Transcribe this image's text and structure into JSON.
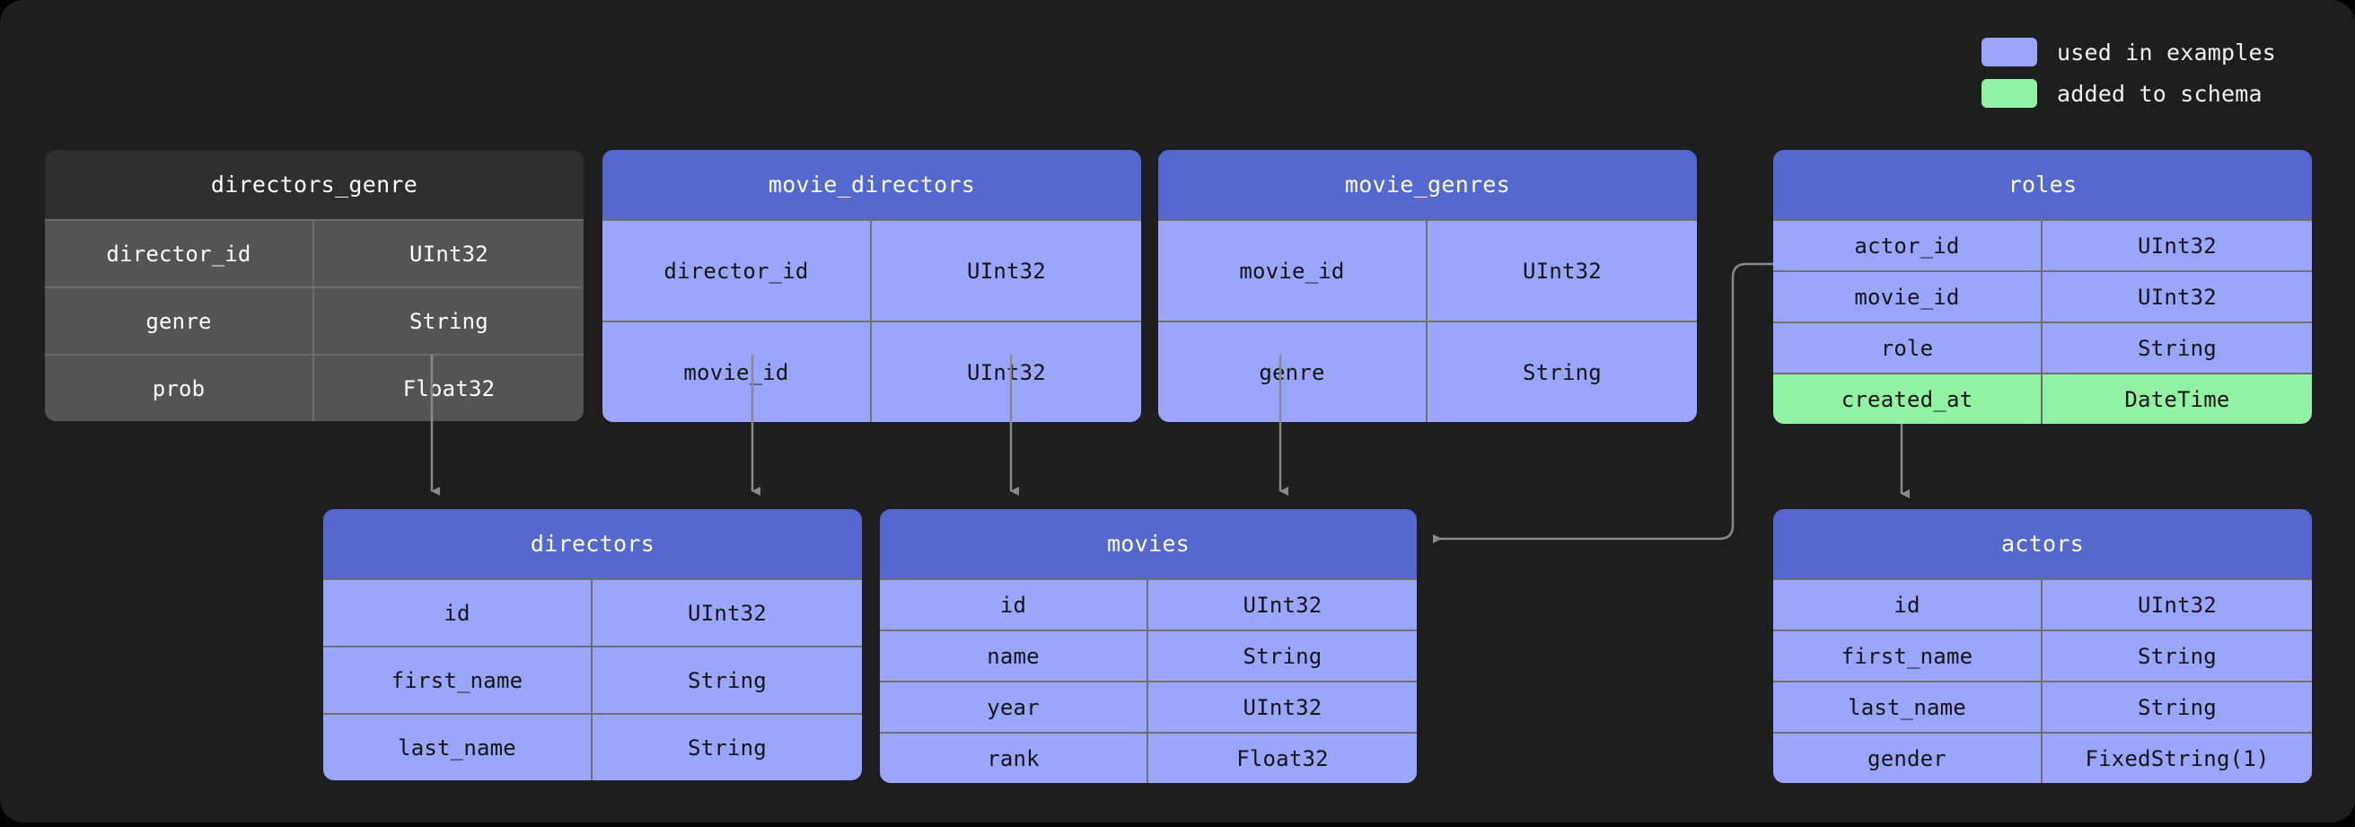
{
  "legend": {
    "items": [
      {
        "label": "used in examples",
        "color": "#9aa6fb",
        "icon": "legend-swatch-blue"
      },
      {
        "label": "added to schema",
        "color": "#92f2a4",
        "icon": "legend-swatch-green"
      }
    ]
  },
  "colors": {
    "background": "#1e1e1e",
    "header_blue": "#5468cf",
    "cell_blue": "#9aa6fb",
    "cell_green": "#92f2a4",
    "header_grey": "#2e2e2e",
    "cell_grey": "#545454",
    "connector": "#8a8a8a"
  },
  "tables": [
    {
      "name": "directors_genre",
      "style": "grey",
      "columns": [
        {
          "name": "director_id",
          "type": "UInt32",
          "state": "plain"
        },
        {
          "name": "genre",
          "type": "String",
          "state": "plain"
        },
        {
          "name": "prob",
          "type": "Float32",
          "state": "plain"
        }
      ]
    },
    {
      "name": "movie_directors",
      "style": "blue",
      "columns": [
        {
          "name": "director_id",
          "type": "UInt32",
          "state": "used"
        },
        {
          "name": "movie_id",
          "type": "UInt32",
          "state": "used"
        }
      ]
    },
    {
      "name": "movie_genres",
      "style": "blue",
      "columns": [
        {
          "name": "movie_id",
          "type": "UInt32",
          "state": "used"
        },
        {
          "name": "genre",
          "type": "String",
          "state": "used"
        }
      ]
    },
    {
      "name": "roles",
      "style": "blue",
      "columns": [
        {
          "name": "actor_id",
          "type": "UInt32",
          "state": "used"
        },
        {
          "name": "movie_id",
          "type": "UInt32",
          "state": "used"
        },
        {
          "name": "role",
          "type": "String",
          "state": "used"
        },
        {
          "name": "created_at",
          "type": "DateTime",
          "state": "added"
        }
      ]
    },
    {
      "name": "directors",
      "style": "blue",
      "columns": [
        {
          "name": "id",
          "type": "UInt32",
          "state": "used"
        },
        {
          "name": "first_name",
          "type": "String",
          "state": "used"
        },
        {
          "name": "last_name",
          "type": "String",
          "state": "used"
        }
      ]
    },
    {
      "name": "movies",
      "style": "blue",
      "columns": [
        {
          "name": "id",
          "type": "UInt32",
          "state": "used"
        },
        {
          "name": "name",
          "type": "String",
          "state": "used"
        },
        {
          "name": "year",
          "type": "UInt32",
          "state": "used"
        },
        {
          "name": "rank",
          "type": "Float32",
          "state": "used"
        }
      ]
    },
    {
      "name": "actors",
      "style": "blue",
      "columns": [
        {
          "name": "id",
          "type": "UInt32",
          "state": "used"
        },
        {
          "name": "first_name",
          "type": "String",
          "state": "used"
        },
        {
          "name": "last_name",
          "type": "String",
          "state": "used"
        },
        {
          "name": "gender",
          "type": "FixedString(1)",
          "state": "used"
        }
      ]
    }
  ],
  "relationships": [
    {
      "from": "directors_genre",
      "from_column": "director_id",
      "to": "directors",
      "to_column": "id"
    },
    {
      "from": "movie_directors",
      "from_column": "director_id",
      "to": "directors",
      "to_column": "id"
    },
    {
      "from": "movie_directors",
      "from_column": "movie_id",
      "to": "movies",
      "to_column": "id"
    },
    {
      "from": "movie_genres",
      "from_column": "movie_id",
      "to": "movies",
      "to_column": "id"
    },
    {
      "from": "roles",
      "from_column": "movie_id",
      "to": "movies",
      "to_column": "id"
    },
    {
      "from": "roles",
      "from_column": "actor_id",
      "to": "actors",
      "to_column": "id"
    }
  ]
}
